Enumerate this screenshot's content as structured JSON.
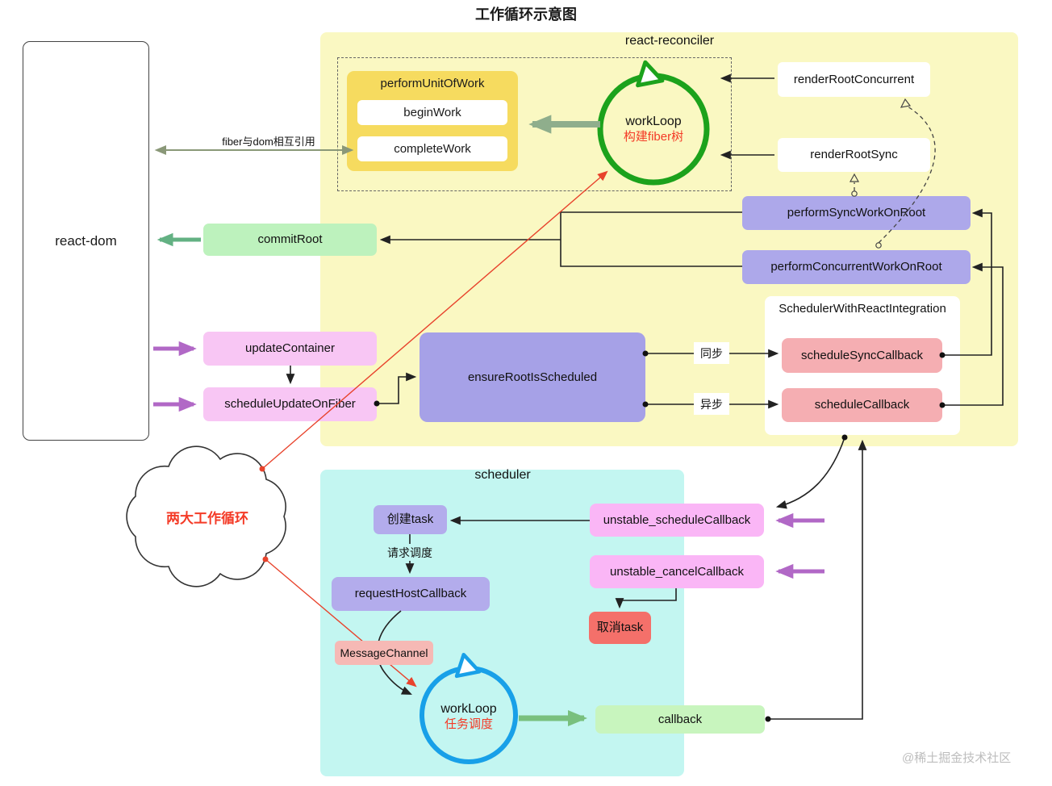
{
  "title": "工作循环示意图",
  "watermark": "@稀土掘金技术社区",
  "regions": {
    "react_dom": "react-dom",
    "react_reconciler": "react-reconciler",
    "scheduler": "scheduler",
    "scheduler_integration": "SchedulerWithReactIntegration"
  },
  "nodes": {
    "perform_unit_of_work": "performUnitOfWork",
    "begin_work": "beginWork",
    "complete_work": "completeWork",
    "work_loop_fiber": {
      "line1": "workLoop",
      "line2": "构建fiber树"
    },
    "render_root_concurrent": "renderRootConcurrent",
    "render_root_sync": "renderRootSync",
    "perform_sync_work_on_root": "performSyncWorkOnRoot",
    "perform_concurrent_work_on_root": "performConcurrentWorkOnRoot",
    "commit_root": "commitRoot",
    "update_container": "updateContainer",
    "schedule_update_on_fiber": "scheduleUpdateOnFiber",
    "ensure_root_is_scheduled": "ensureRootIsScheduled",
    "schedule_sync_callback": "scheduleSyncCallback",
    "schedule_callback": "scheduleCallback",
    "create_task": "创建task",
    "request_host_callback": "requestHostCallback",
    "message_channel": "MessageChannel",
    "work_loop_task": {
      "line1": "workLoop",
      "line2": "任务调度"
    },
    "callback": "callback",
    "unstable_schedule_callback": "unstable_scheduleCallback",
    "unstable_cancel_callback": "unstable_cancelCallback",
    "cancel_task": "取消task",
    "cloud_label": "两大工作循环"
  },
  "edge_labels": {
    "fiber_dom": "fiber与dom相互引用",
    "sync": "同步",
    "async": "异步",
    "request_schedule": "请求调度"
  },
  "colors": {
    "reconciler_region": "#FAF8C2",
    "scheduler_region": "#C3F6F1",
    "unit_of_work_box": "#F6DB5F",
    "purple_node": "#ADA8EA",
    "deep_purple_node": "#A6A1E7",
    "pink_node": "#F8C6F4",
    "magenta_node": "#FAB6F6",
    "salmon_node": "#F5AEB2",
    "red_node": "#F4706A",
    "green_node": "#BDF2BD",
    "light_green_node": "#C8F5BE",
    "fiber_loop_circle": "#1CA21C",
    "task_loop_circle": "#18A0E8",
    "accent_red_text": "#F43A26"
  }
}
